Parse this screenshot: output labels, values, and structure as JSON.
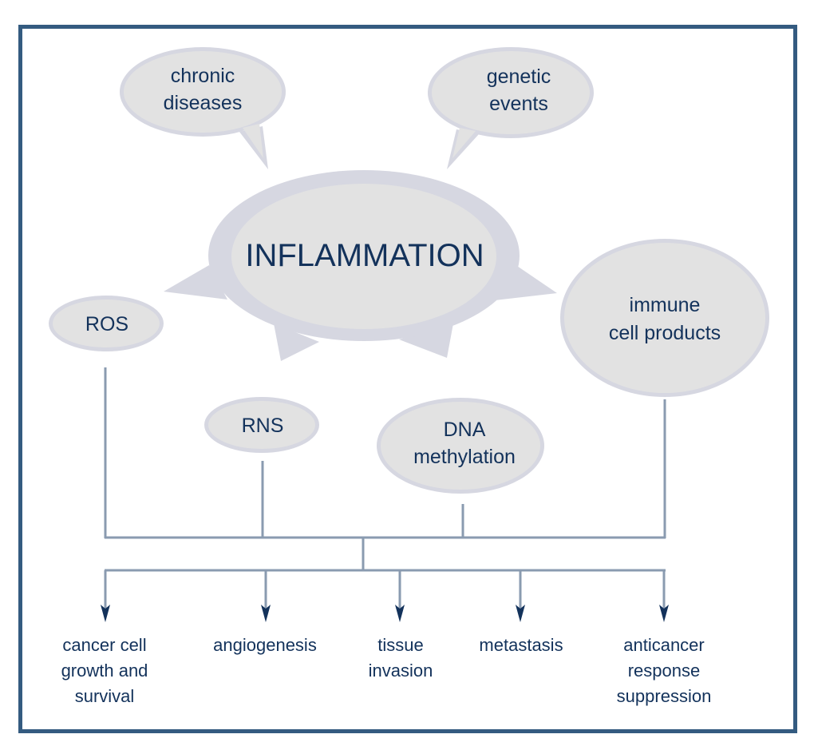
{
  "diagram": {
    "title": "INFLAMMATION",
    "causes": [
      {
        "id": "chronic",
        "lines": [
          "chronic",
          "diseases"
        ]
      },
      {
        "id": "genetic",
        "lines": [
          "genetic",
          "events"
        ]
      }
    ],
    "mediators": [
      {
        "id": "ros",
        "lines": [
          "ROS"
        ]
      },
      {
        "id": "rns",
        "lines": [
          "RNS"
        ]
      },
      {
        "id": "dna",
        "lines": [
          "DNA",
          "methylation"
        ]
      },
      {
        "id": "immune",
        "lines": [
          "immune",
          "cell products"
        ]
      }
    ],
    "outcomes": [
      {
        "id": "growth",
        "lines": [
          "cancer cell",
          "growth and",
          "survival"
        ]
      },
      {
        "id": "angio",
        "lines": [
          "angiogenesis"
        ]
      },
      {
        "id": "invasion",
        "lines": [
          "tissue",
          "invasion"
        ]
      },
      {
        "id": "metastasis",
        "lines": [
          "metastasis"
        ]
      },
      {
        "id": "suppression",
        "lines": [
          "anticancer",
          "response",
          "suppression"
        ]
      }
    ]
  },
  "colors": {
    "frame": "#345b80",
    "text": "#13325b",
    "bubble_outer": "#d6d7e1",
    "bubble_inner": "#e2e2e2",
    "connector": "#8a9bb0"
  }
}
